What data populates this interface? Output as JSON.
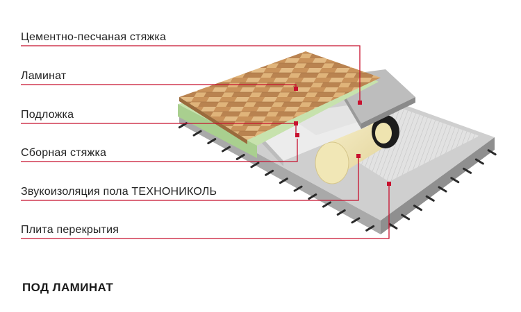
{
  "labels": [
    {
      "id": "cement-screed",
      "text": "Цементно-песчаная стяжка"
    },
    {
      "id": "laminate",
      "text": "Ламинат"
    },
    {
      "id": "underlay",
      "text": "Подложка"
    },
    {
      "id": "prefab-screed",
      "text": "Сборная стяжка"
    },
    {
      "id": "sound-insulation",
      "text": "Звукоизоляция пола ТЕХНОНИКОЛЬ"
    },
    {
      "id": "floor-slab",
      "text": "Плита перекрытия"
    }
  ],
  "caption": "ПОД ЛАМИНАТ",
  "colors": {
    "leader": "#c8102e",
    "concrete": "#c9c9c9",
    "laminate": "#d7a96b",
    "underlay": "#c9e3b0",
    "board": "#e8e8e8",
    "roll": "#efe4b0",
    "foil": "#dcdcdc"
  }
}
